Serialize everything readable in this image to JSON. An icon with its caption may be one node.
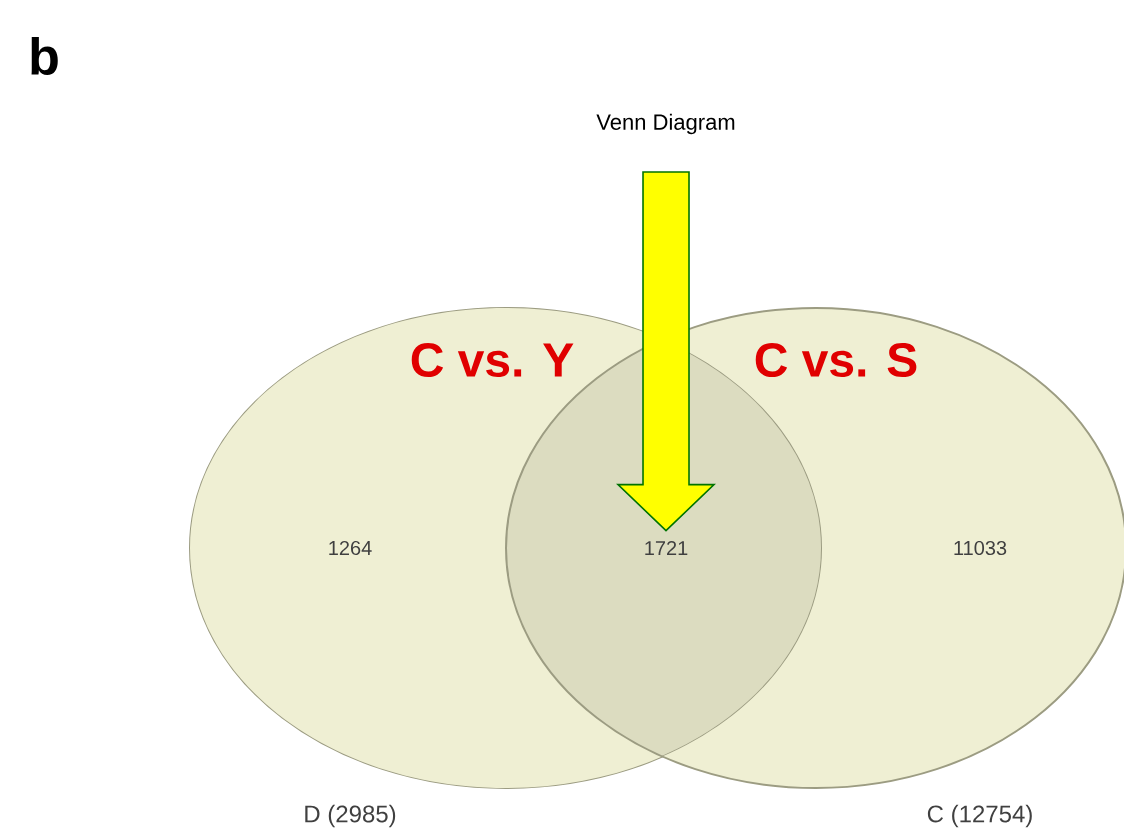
{
  "diagram": {
    "title": "Venn Diagram",
    "nodes": [
      {
        "text": [
          "C vs. Y",
          "1264"
        ],
        "beside": [
          "D (2985)"
        ]
      },
      {
        "text": [
          "C vs. S",
          "11033"
        ],
        "beside": [
          "C (12754)"
        ]
      },
      {
        "text": [
          "1721"
        ]
      }
    ],
    "edges": [
      {
        "from": null,
        "to": 2,
        "arrow": "to",
        "style": "thick",
        "color": "#ffff00"
      }
    ],
    "labels": [
      "b"
    ]
  }
}
